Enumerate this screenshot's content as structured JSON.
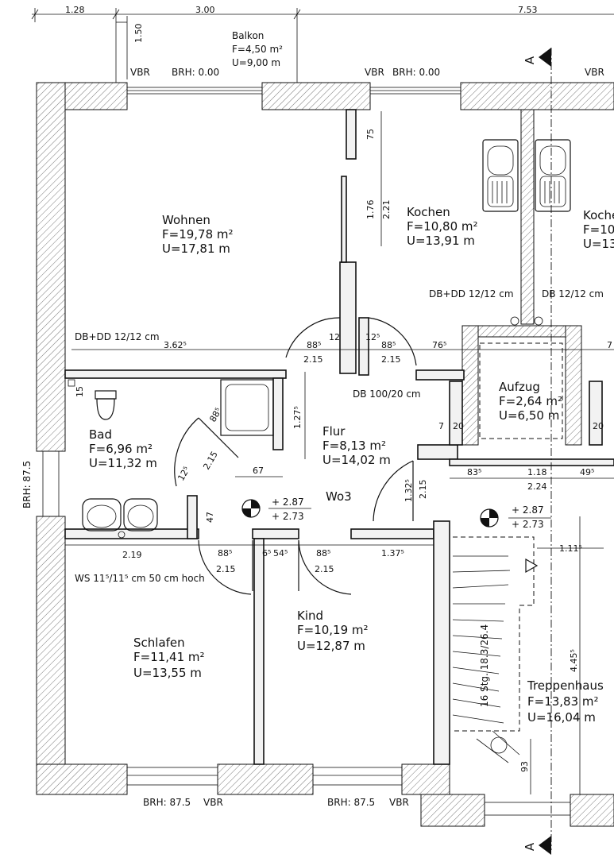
{
  "top_dims": [
    "1.28",
    "3.00",
    "7.53"
  ],
  "balcony": {
    "name": "Balkon",
    "area": "F=4,50 m²",
    "perimeter": "U=9,00 m"
  },
  "vbr_labels": [
    "VBR",
    "BRH: 0.00",
    "VBR",
    "BRH: 0.00",
    "VBR"
  ],
  "rooms": {
    "wohnen": {
      "name": "Wohnen",
      "area": "F=19,78 m²",
      "perimeter": "U=17,81 m"
    },
    "kochen": {
      "name": "Kochen",
      "area": "F=10,80 m²",
      "perimeter": "U=13,91 m"
    },
    "kochen2": {
      "name": "Koche",
      "area": "F=10",
      "perimeter": "U=13"
    },
    "bad": {
      "name": "Bad",
      "area": "F=6,96 m²",
      "perimeter": "U=11,32 m"
    },
    "flur": {
      "name": "Flur",
      "area": "F=8,13 m²",
      "perimeter": "U=14,02 m"
    },
    "aufzug": {
      "name": "Aufzug",
      "area": "F=2,64 m²",
      "perimeter": "U=6,50 m"
    },
    "schlafen": {
      "name": "Schlafen",
      "area": "F=11,41 m²",
      "perimeter": "U=13,55 m"
    },
    "kind": {
      "name": "Kind",
      "area": "F=10,19 m²",
      "perimeter": "U=12,87 m"
    },
    "treppenhaus": {
      "name": "Treppenhaus",
      "area": "F=13,83 m²",
      "perimeter": "U=16,04 m"
    }
  },
  "unit_label": "Wo3",
  "level_marks": {
    "flur": [
      "+ 2.87",
      "+ 2.73"
    ],
    "treppe": [
      "+ 2.87",
      "+ 2.73"
    ]
  },
  "annotations": {
    "db_dd_left": "DB+DD 12/12 cm",
    "db_dd_kochen": "DB+DD 12/12 cm",
    "db_kochen2": "DB 12/12 cm",
    "db_flur": "DB 100/20 cm",
    "ws": "WS 11⁵/11⁵ cm 50 cm hoch",
    "brh_left": "BRH: 87.5",
    "brh_bottom_1": "BRH: 87.5",
    "vbr_bottom_1": "VBR",
    "brh_bottom_2": "BRH: 87.5",
    "vbr_bottom_2": "VBR",
    "stairs": "16 Stg. 18.3/26.4",
    "section_marker": "A"
  },
  "dims": {
    "d150": "1.50",
    "d75": "75",
    "d176": "1.76",
    "d221": "2.21",
    "d3625": "3.62⁵",
    "d885a": "88⁵",
    "d12": "12",
    "d125": "12⁵",
    "d885b": "88⁵",
    "d765": "76⁵",
    "d7x": "7",
    "d215a": "2.15",
    "d215b": "2.15",
    "d15": "15",
    "d1275": "1.27⁵",
    "d67": "67",
    "d47": "47",
    "d125s": "12⁵",
    "d885s": "88⁵",
    "d215s": "2.15",
    "d1325": "1.32⁵",
    "d215v": "2.15",
    "d835": "83⁵",
    "d118": "1.18",
    "d224": "2.24",
    "d495": "49⁵",
    "d7": "7",
    "d20": "20",
    "d20b": "20",
    "d219": "2.19",
    "d885c": "88⁵",
    "d65": "6⁵",
    "d545": "54⁵",
    "d885d": "88⁵",
    "d1375": "1.37⁵",
    "d1115": "1.11⁵",
    "d215c": "2.15",
    "d215d": "2.15",
    "d4455": "4.45⁵",
    "d93": "93"
  }
}
